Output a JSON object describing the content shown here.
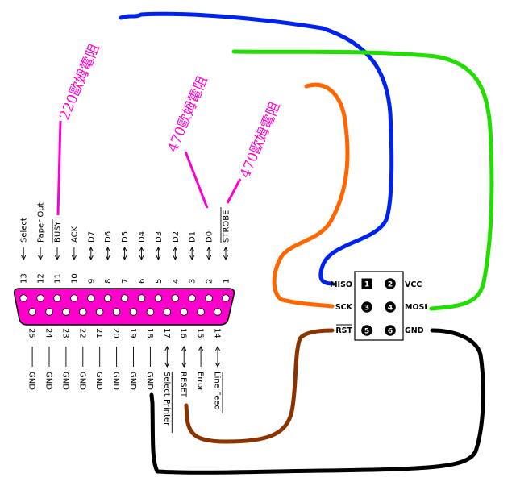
{
  "resistors": [
    "220歐姆電阻",
    "470歐姆電阻",
    "470歐姆電阻"
  ],
  "top_pins": [
    {
      "num": "1",
      "label": "STROBE",
      "arrow": "both"
    },
    {
      "num": "2",
      "label": "D0",
      "arrow": "both"
    },
    {
      "num": "3",
      "label": "D1",
      "arrow": "both"
    },
    {
      "num": "4",
      "label": "D2",
      "arrow": "both"
    },
    {
      "num": "5",
      "label": "D3",
      "arrow": "both"
    },
    {
      "num": "6",
      "label": "D4",
      "arrow": "both"
    },
    {
      "num": "7",
      "label": "D5",
      "arrow": "both"
    },
    {
      "num": "8",
      "label": "D6",
      "arrow": "both"
    },
    {
      "num": "9",
      "label": "D7",
      "arrow": "both"
    },
    {
      "num": "10",
      "label": "ACK",
      "arrow": "in"
    },
    {
      "num": "11",
      "label": "BUSY",
      "arrow": "in"
    },
    {
      "num": "12",
      "label": "Paper Out",
      "arrow": "in"
    },
    {
      "num": "13",
      "label": "Select",
      "arrow": "in"
    }
  ],
  "bottom_pins": [
    {
      "num": "14",
      "label": "Line Feed",
      "arrow": "both"
    },
    {
      "num": "15",
      "label": "Error",
      "arrow": "in"
    },
    {
      "num": "16",
      "label": "RESET",
      "arrow": "both"
    },
    {
      "num": "17",
      "label": "Select Printer",
      "arrow": "both"
    },
    {
      "num": "18",
      "label": "GND",
      "arrow": "none"
    },
    {
      "num": "19",
      "label": "GND",
      "arrow": "none"
    },
    {
      "num": "20",
      "label": "GND",
      "arrow": "none"
    },
    {
      "num": "21",
      "label": "GND",
      "arrow": "none"
    },
    {
      "num": "22",
      "label": "GND",
      "arrow": "none"
    },
    {
      "num": "23",
      "label": "GND",
      "arrow": "none"
    },
    {
      "num": "24",
      "label": "GND",
      "arrow": "none"
    },
    {
      "num": "25",
      "label": "GND",
      "arrow": "none"
    }
  ],
  "isp": {
    "left_labels": [
      "MISO",
      "SCK",
      "RST"
    ],
    "right_labels": [
      "VCC",
      "MOSI",
      "GND"
    ],
    "pins": [
      "1",
      "2",
      "3",
      "4",
      "5",
      "6"
    ]
  },
  "colors": {
    "connector": "#ff00cc",
    "resistor": "#ff00cc",
    "wire_miso": "#0022ee",
    "wire_mosi": "#22dd00",
    "wire_sck": "#ff6600",
    "wire_rst": "#8b3300",
    "wire_gnd": "#000000"
  }
}
